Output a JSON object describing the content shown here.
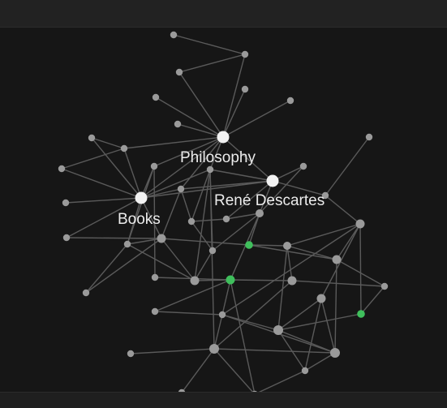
{
  "graph": {
    "labels": {
      "philosophy": "Philosophy",
      "rene_descartes": "René Descartes",
      "books": "Books"
    },
    "colors": {
      "background": "#161616",
      "edge": "#5a5a5a",
      "node": "#9a9a9a",
      "hub_node": "#f2f2f2",
      "highlight_node": "#3fbf5c"
    }
  }
}
